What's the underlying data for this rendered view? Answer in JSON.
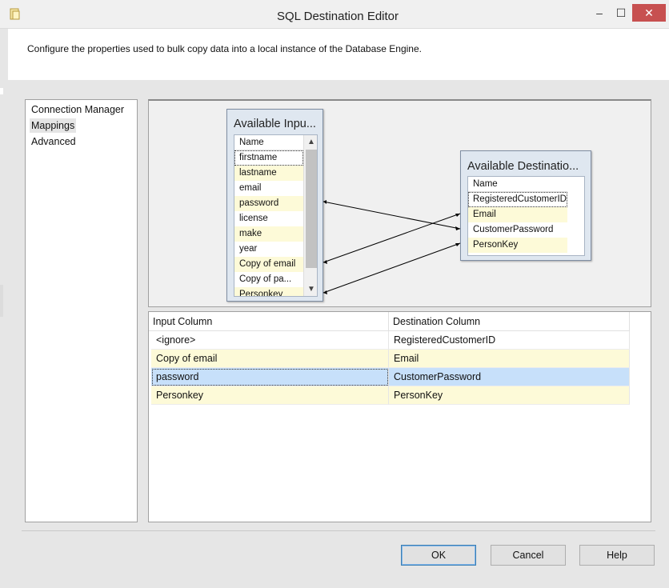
{
  "window": {
    "title": "SQL Destination Editor",
    "minimize_glyph": "–",
    "maximize_glyph": "☐",
    "close_glyph": "✕"
  },
  "description": "Configure the properties used to bulk copy data into a local instance of the Database Engine.",
  "nav": {
    "items": [
      {
        "label": "Connection Manager",
        "selected": false
      },
      {
        "label": "Mappings",
        "selected": true
      },
      {
        "label": "Advanced",
        "selected": false
      }
    ]
  },
  "canvas": {
    "input_panel": {
      "title": "Available Inpu...",
      "header": "Name",
      "rows": [
        "firstname",
        "lastname",
        "email",
        "password",
        "license",
        "make",
        "year",
        "Copy of email",
        "Copy of pa...",
        "Personkey"
      ],
      "scroll_up_glyph": "▲",
      "scroll_down_glyph": "▼"
    },
    "dest_panel": {
      "title": "Available Destinatio...",
      "header": "Name",
      "rows": [
        "RegisteredCustomerID",
        "Email",
        "CustomerPassword",
        "PersonKey"
      ]
    }
  },
  "grid": {
    "columns": [
      "Input Column",
      "Destination Column"
    ],
    "rows": [
      {
        "input": "<ignore>",
        "dest": "RegisteredCustomerID"
      },
      {
        "input": "Copy of email",
        "dest": "Email"
      },
      {
        "input": "password",
        "dest": "CustomerPassword"
      },
      {
        "input": "Personkey",
        "dest": "PersonKey"
      }
    ]
  },
  "buttons": {
    "ok": "OK",
    "cancel": "Cancel",
    "help": "Help"
  },
  "icons": {
    "app": "ssis-package-icon",
    "minimize": "minimize-icon",
    "maximize": "maximize-icon",
    "close": "close-icon"
  },
  "colors": {
    "close_button": "#c75050",
    "selection": "#c7e0fa",
    "alt_row": "#fdfad8",
    "panel_bg": "#dfe7f0"
  }
}
